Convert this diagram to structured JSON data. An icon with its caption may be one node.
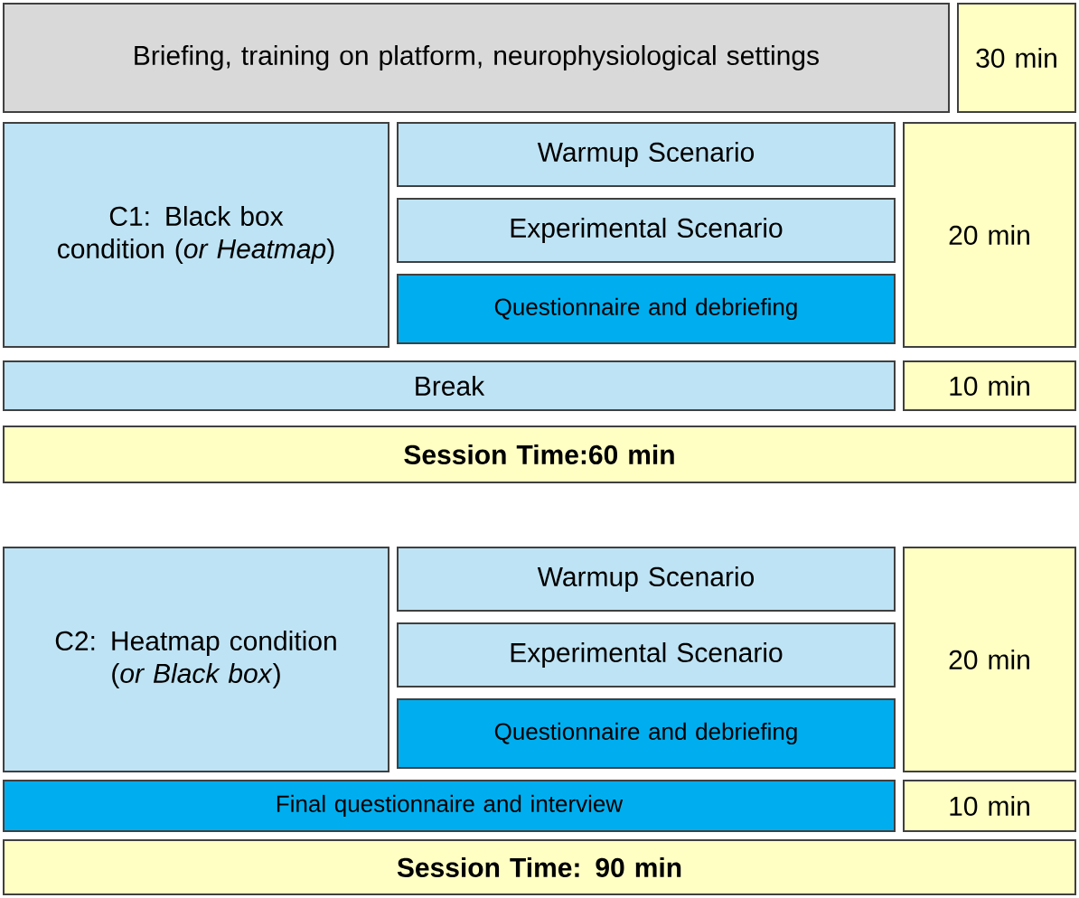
{
  "diagram": {
    "nodes": [
      {
        "text": [
          "Briefing, training on platform, neurophysiological settings"
        ]
      },
      {
        "text": [
          "30 min"
        ]
      },
      {
        "text": [
          "C1: Black box condition (*or Heatmap*)"
        ]
      },
      {
        "text": [
          "Warmup Scenario"
        ]
      },
      {
        "text": [
          "Experimental Scenario"
        ]
      },
      {
        "text": [
          "Questionnaire and debriefing"
        ]
      },
      {
        "text": [
          "20 min"
        ]
      },
      {
        "text": [
          "Break"
        ]
      },
      {
        "text": [
          "10 min"
        ]
      },
      {
        "text": [
          "Session Time:60 min"
        ]
      },
      {
        "text": [
          "C2: Heatmap condition (*or Black box*)"
        ]
      },
      {
        "text": [
          "Warmup Scenario"
        ]
      },
      {
        "text": [
          "Experimental Scenario"
        ]
      },
      {
        "text": [
          "Questionnaire and debriefing"
        ]
      },
      {
        "text": [
          "20 min"
        ]
      },
      {
        "text": [
          "Final questionnaire and interview"
        ]
      },
      {
        "text": [
          "10 min"
        ]
      },
      {
        "text": [
          "Session Time: 90 min"
        ]
      }
    ]
  }
}
